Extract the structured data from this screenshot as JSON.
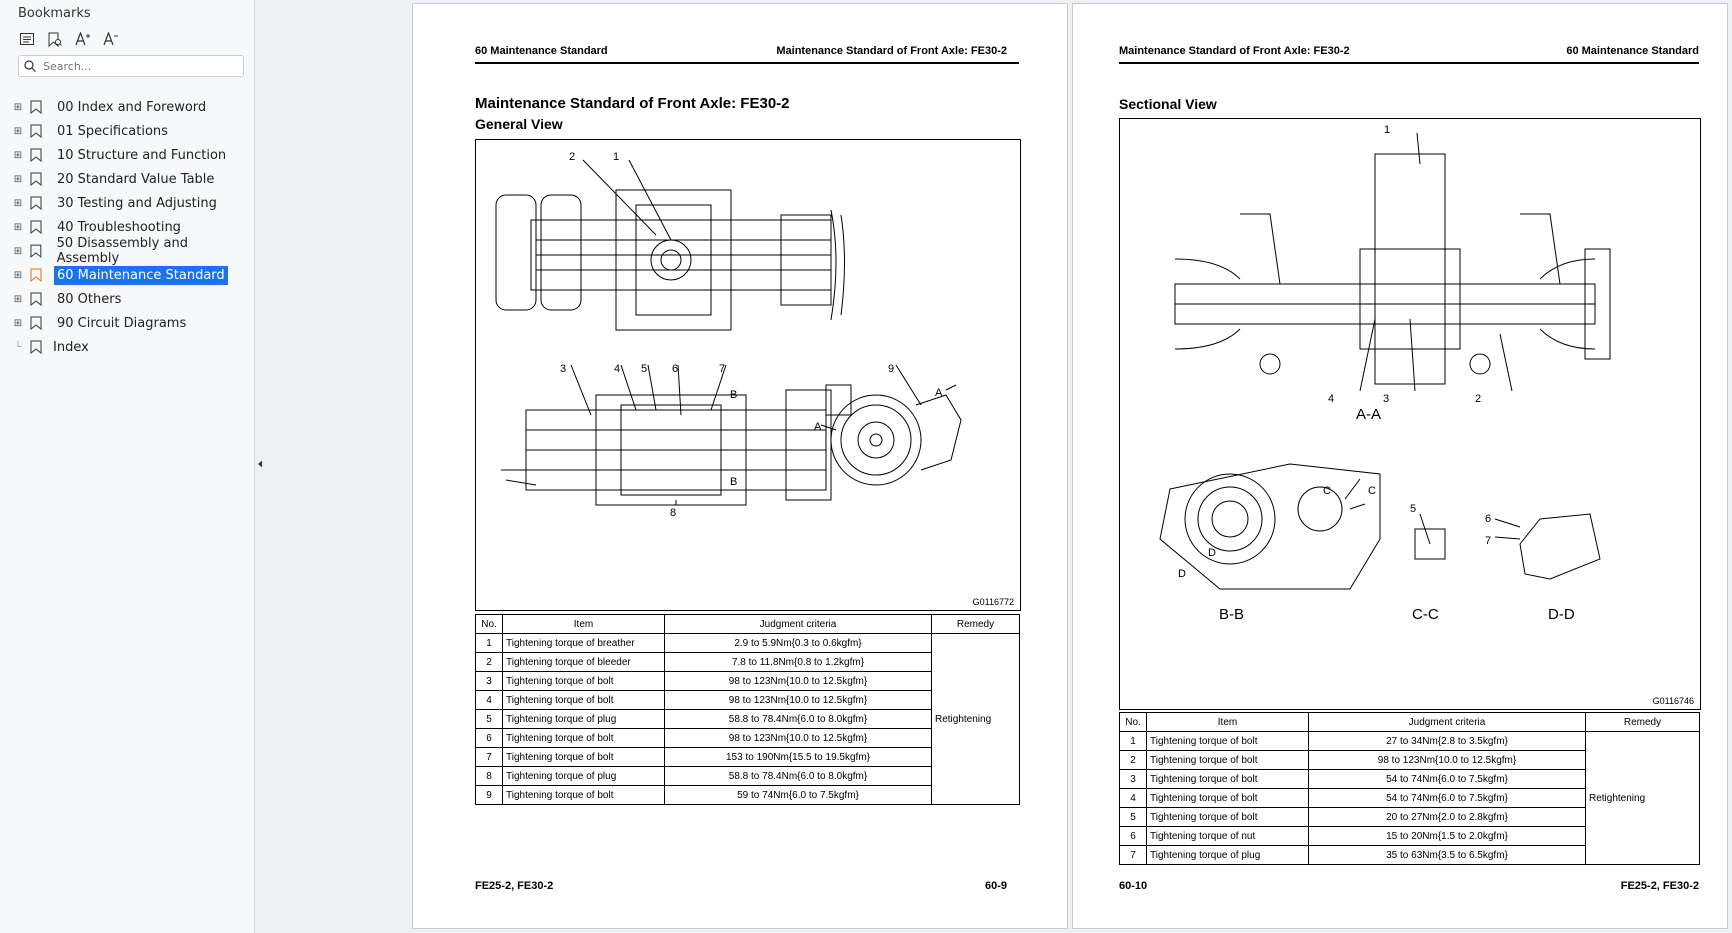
{
  "sidebar": {
    "title": "Bookmarks",
    "search_placeholder": "Search...",
    "items": [
      {
        "label": "00 Index and Foreword"
      },
      {
        "label": "01 Specifications"
      },
      {
        "label": "10 Structure and Function"
      },
      {
        "label": "20 Standard Value Table"
      },
      {
        "label": "30 Testing and Adjusting"
      },
      {
        "label": "40 Troubleshooting"
      },
      {
        "label": "50 Disassembly and Assembly"
      },
      {
        "label": "60 Maintenance Standard",
        "selected": true
      },
      {
        "label": "80 Others"
      },
      {
        "label": "90 Circuit Diagrams"
      },
      {
        "label": "Index"
      }
    ],
    "accent_color": "#1a73e8"
  },
  "page_left": {
    "header_left": "60 Maintenance Standard",
    "header_right": "Maintenance Standard of Front Axle: FE30-2",
    "title": "Maintenance Standard of Front Axle: FE30-2",
    "subtitle": "General View",
    "figure_code": "G0116772",
    "callouts": [
      "1",
      "2",
      "3",
      "4",
      "5",
      "6",
      "7",
      "8",
      "9",
      "A",
      "A",
      "B",
      "B"
    ],
    "table": {
      "headers": [
        "No.",
        "Item",
        "Judgment criteria",
        "Remedy"
      ],
      "remedy": "Retightening",
      "rows": [
        {
          "no": "1",
          "item": "Tightening torque of breather",
          "criteria": "2.9 to 5.9Nm{0.3 to 0.6kgfm}"
        },
        {
          "no": "2",
          "item": "Tightening torque of bleeder",
          "criteria": "7.8 to 11.8Nm{0.8 to 1.2kgfm}"
        },
        {
          "no": "3",
          "item": "Tightening torque of bolt",
          "criteria": "98 to 123Nm{10.0 to 12.5kgfm}"
        },
        {
          "no": "4",
          "item": "Tightening torque of bolt",
          "criteria": "98 to 123Nm{10.0 to 12.5kgfm}"
        },
        {
          "no": "5",
          "item": "Tightening torque of plug",
          "criteria": "58.8 to 78.4Nm{6.0 to 8.0kgfm}"
        },
        {
          "no": "6",
          "item": "Tightening torque of bolt",
          "criteria": "98 to 123Nm{10.0 to 12.5kgfm}"
        },
        {
          "no": "7",
          "item": "Tightening torque of bolt",
          "criteria": "153 to 190Nm{15.5 to 19.5kgfm}"
        },
        {
          "no": "8",
          "item": "Tightening torque of plug",
          "criteria": "58.8 to 78.4Nm{6.0 to 8.0kgfm}"
        },
        {
          "no": "9",
          "item": "Tightening torque of bolt",
          "criteria": "59 to 74Nm{6.0 to 7.5kgfm}"
        }
      ]
    },
    "footer_left": "FE25-2, FE30-2",
    "footer_right": "60-9"
  },
  "page_right": {
    "header_left": "Maintenance Standard of Front Axle: FE30-2",
    "header_right": "60 Maintenance Standard",
    "subtitle": "Sectional View",
    "figure_code": "G0116746",
    "section_labels": {
      "aa": "A-A",
      "bb": "B-B",
      "cc": "C-C",
      "dd": "D-D"
    },
    "callouts": [
      "1",
      "2",
      "3",
      "4",
      "5",
      "6",
      "7",
      "C",
      "C",
      "D",
      "D"
    ],
    "table": {
      "headers": [
        "No.",
        "Item",
        "Judgment criteria",
        "Remedy"
      ],
      "remedy": "Retightening",
      "rows": [
        {
          "no": "1",
          "item": "Tightening torque of bolt",
          "criteria": "27 to 34Nm{2.8 to 3.5kgfm}"
        },
        {
          "no": "2",
          "item": "Tightening torque of bolt",
          "criteria": "98 to 123Nm{10.0 to 12.5kgfm}"
        },
        {
          "no": "3",
          "item": "Tightening torque of bolt",
          "criteria": "54 to 74Nm{6.0 to 7.5kgfm}"
        },
        {
          "no": "4",
          "item": "Tightening torque of bolt",
          "criteria": "54 to 74Nm{6.0 to 7.5kgfm}"
        },
        {
          "no": "5",
          "item": "Tightening torque of bolt",
          "criteria": "20 to 27Nm{2.0 to 2.8kgfm}"
        },
        {
          "no": "6",
          "item": "Tightening torque of nut",
          "criteria": "15 to 20Nm{1.5 to 2.0kgfm}"
        },
        {
          "no": "7",
          "item": "Tightening torque of plug",
          "criteria": "35 to 63Nm{3.5 to 6.5kgfm}"
        }
      ]
    },
    "footer_left": "60-10",
    "footer_right": "FE25-2, FE30-2"
  }
}
